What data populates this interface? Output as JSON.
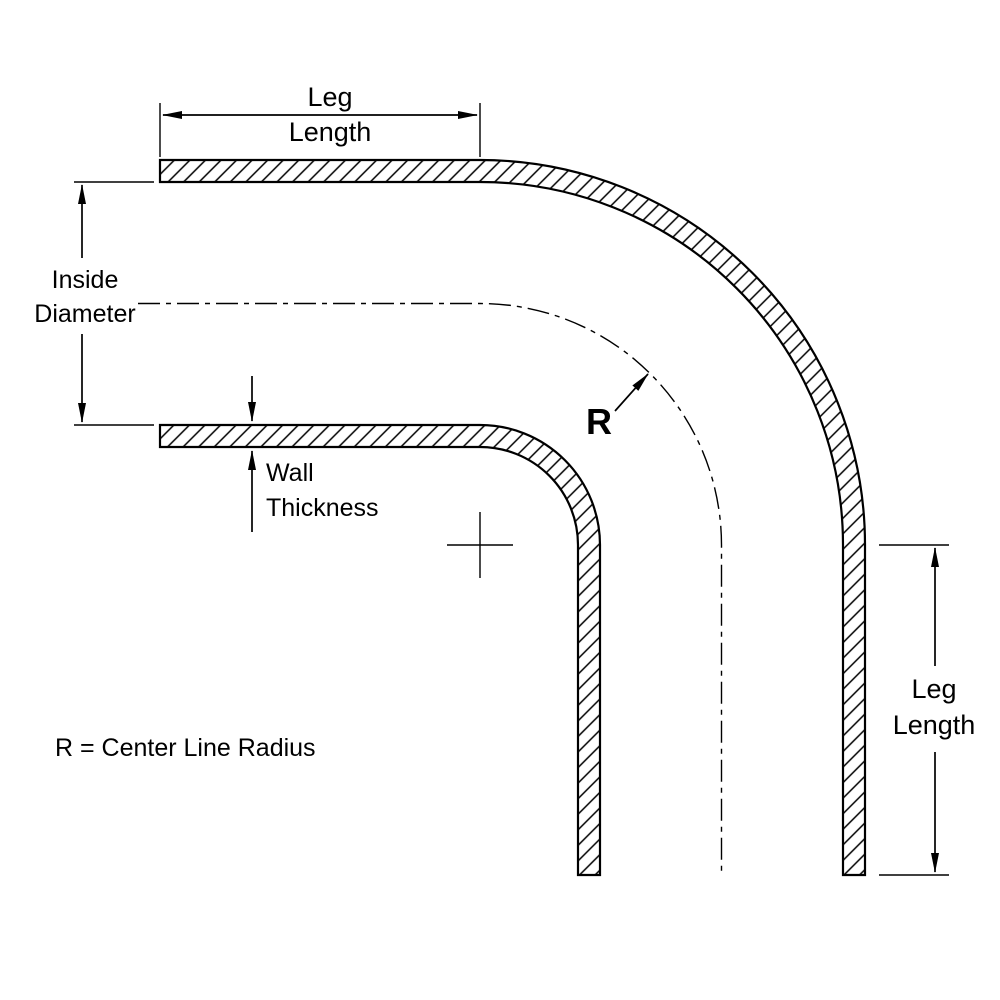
{
  "colors": {
    "line": "#000000",
    "red_text": "#ee0000",
    "background": "#ffffff"
  },
  "labels": {
    "leg_length_top": {
      "line1": "Leg",
      "line2": "Length"
    },
    "inside_diameter": {
      "line1": "Inside",
      "line2": "Diameter"
    },
    "wall_thickness": {
      "line1": "Wall",
      "line2": "Thickness"
    },
    "radius_symbol": "R",
    "legend": "R = Center Line Radius",
    "leg_length_right": {
      "line1": "Leg",
      "line2": "Length"
    }
  }
}
